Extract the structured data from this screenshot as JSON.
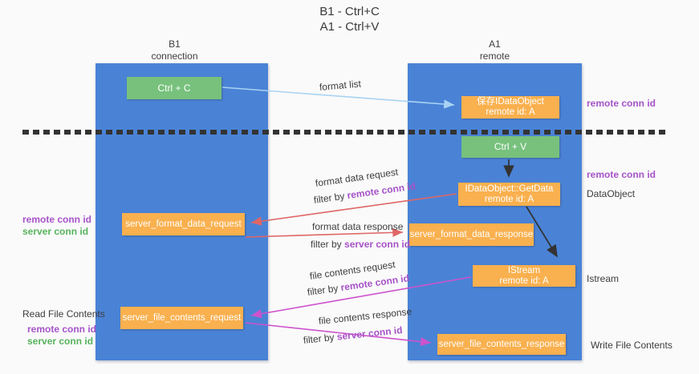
{
  "title": {
    "line1": "B1 - Ctrl+C",
    "line2": "A1 - Ctrl+V"
  },
  "lanes": {
    "left": {
      "title_line1": "B1",
      "title_line2": "connection"
    },
    "right": {
      "title_line1": "A1",
      "title_line2": "remote"
    }
  },
  "nodes": {
    "ctrl_c": {
      "label": "Ctrl + C"
    },
    "ctrl_v": {
      "label": "Ctrl + V"
    },
    "save_dataobject": {
      "line1": "保存IDataObject",
      "line2": "remote id: A"
    },
    "getdata": {
      "line1": "IDataObject::GetData",
      "line2": "remote id: A"
    },
    "istream": {
      "line1": "IStream",
      "line2": "remote id: A"
    },
    "format_request": {
      "label": "server_format_data_request"
    },
    "format_response": {
      "label": "server_format_data_response"
    },
    "file_request": {
      "label": "server_file_contents_request"
    },
    "file_response": {
      "label": "server_file_contents_response"
    }
  },
  "edges": {
    "format_list": {
      "label": "format list"
    },
    "format_data_request": {
      "label": "format data request",
      "filter_prefix": "filter by ",
      "filter_value": "remote conn id"
    },
    "format_data_response": {
      "label": "format data response",
      "filter_prefix": "filter by ",
      "filter_value": "server conn id"
    },
    "file_contents_request": {
      "label": "file contents request",
      "filter_prefix": "filter by ",
      "filter_value": "remote conn id"
    },
    "file_contents_response": {
      "label": "file contents response",
      "filter_prefix": "filter by ",
      "filter_value": "server conn id"
    }
  },
  "annotations": {
    "right_remote_conn_top": "remote conn id",
    "right_remote_conn_mid": "remote conn id",
    "dataobject": "DataObject",
    "istream": "Istream",
    "write_file_contents": "Write File Contents",
    "read_file_contents": "Read File Contents",
    "left_mid_remote": "remote conn id",
    "left_mid_server": "server conn id",
    "left_bottom_remote": "remote conn id",
    "left_bottom_server": "server conn id"
  },
  "colors": {
    "background": "#fafafa",
    "lane_blue": "#4a83d6",
    "box_orange": "#f9b04e",
    "box_green": "#77c17d",
    "text_dark": "#3d3d3d",
    "conn_id_purple": "#a653c8",
    "conn_id_green": "#57b35c",
    "arrow_red": "#e06666",
    "arrow_magenta": "#cd53cd",
    "arrow_light_blue": "#a9d3f2",
    "arrow_black": "#333333"
  }
}
